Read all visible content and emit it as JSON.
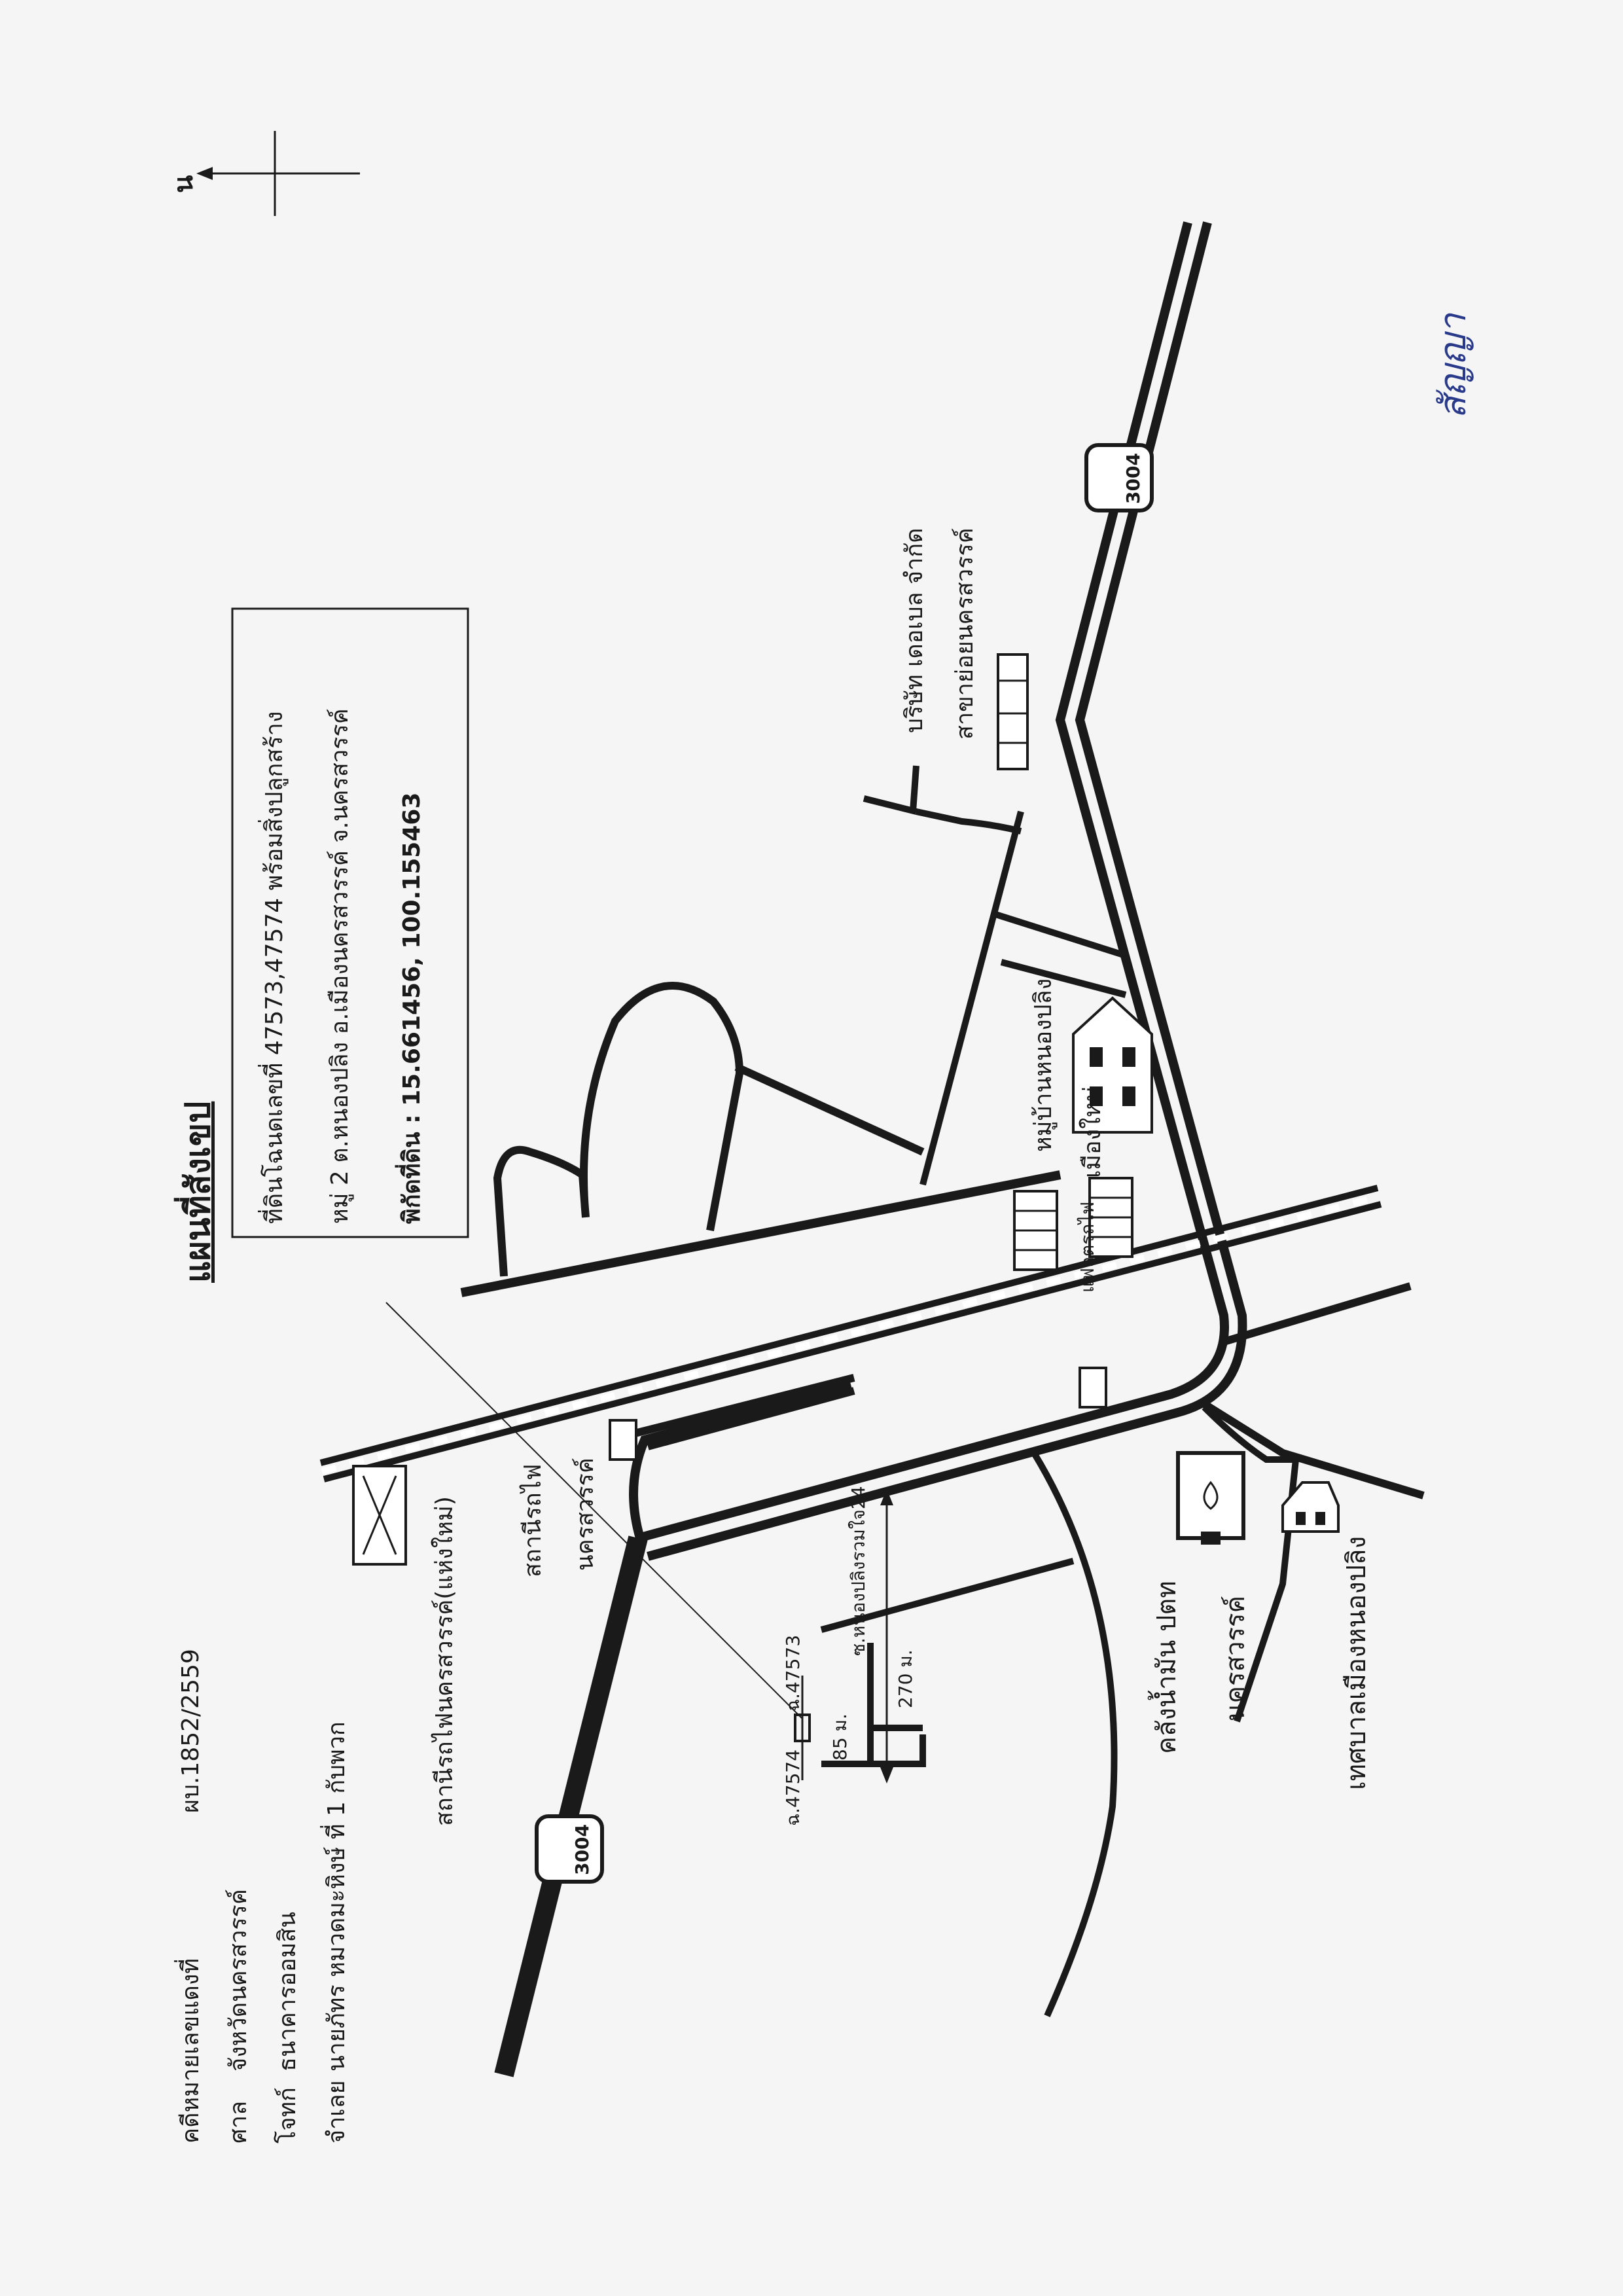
{
  "header": {
    "case_label": "คดีหมายเลขแดงที่",
    "case_number": "ผบ.1852/2559",
    "court_label": "ศาล",
    "court_value": "จังหวัดนครสวรรค์",
    "plaintiff_label": "โจทก์",
    "plaintiff_value": "ธนาคารออมสิน",
    "defendant_label": "จำเลย",
    "defendant_value": "นายภัทร หมวดมะหิงษ์ ที่ 1 กับพวก"
  },
  "map_title": "แผนที่สังเขป",
  "info_box": {
    "line1": "ที่ดินโฉนดเลขที่ 47573,47574 พร้อมสิ่งปลูกสร้าง",
    "line2": "หมู่ 2 ต.หนองปลิง อ.เมืองนครสวรรค์ จ.นครสวรรค์",
    "line3": "พิกัดที่ดิน : 15.661456, 100.155463"
  },
  "north_label": "น",
  "roads": {
    "route_3004_top": "3004",
    "route_3004_bottom": "3004",
    "soi_label": "ซ.หนองปลิงรวมใจ24",
    "dist_270": "270 ม.",
    "dist_85": "85 ม."
  },
  "parcels": {
    "p47573": "ฉ.47573",
    "p47574": "ฉ.47574"
  },
  "places": {
    "train_station_line1": "สถานีรถไฟ",
    "train_station_line2": "นครสวรรค์",
    "new_station": "สถานีรถไฟนครสวรรค์(แห่งใหม่)",
    "company_line1": "บริษัท เดอเบล จำกัด",
    "company_line2": "สาขาย่อยนครสวรรค์",
    "village_line1": "หมู่บ้านหนองปลิง",
    "village_line2": "เมืองใหม่",
    "flats": "แฟลตรถไฟ",
    "oil_depot_line1": "คลังน้ำมัน ปตท",
    "oil_depot_line2": "นครสวรรค์",
    "municipality": "เทศบาลเมืองหนองปลิง"
  },
  "handwriting": "สัญญา",
  "colors": {
    "ink": "#1a1a1a",
    "paper": "#f5f5f6",
    "pen": "#2a3a8a"
  }
}
